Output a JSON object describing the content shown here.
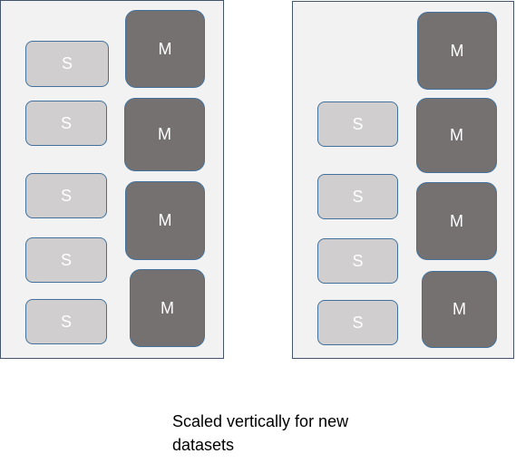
{
  "left_panel": {
    "small_boxes": [
      "S",
      "S",
      "S",
      "S",
      "S"
    ],
    "medium_boxes": [
      "M",
      "M",
      "M",
      "M"
    ]
  },
  "right_panel": {
    "small_boxes": [
      "S",
      "S",
      "S",
      "S"
    ],
    "medium_boxes": [
      "M",
      "M",
      "M",
      "M"
    ]
  },
  "caption": {
    "line1": "Scaled vertically for new",
    "line2": "datasets"
  },
  "colors": {
    "panel_fill": "#f2f2f2",
    "panel_border": "#44546a",
    "small_fill": "#d0cece",
    "medium_fill": "#767171",
    "box_border": "#41719c"
  }
}
